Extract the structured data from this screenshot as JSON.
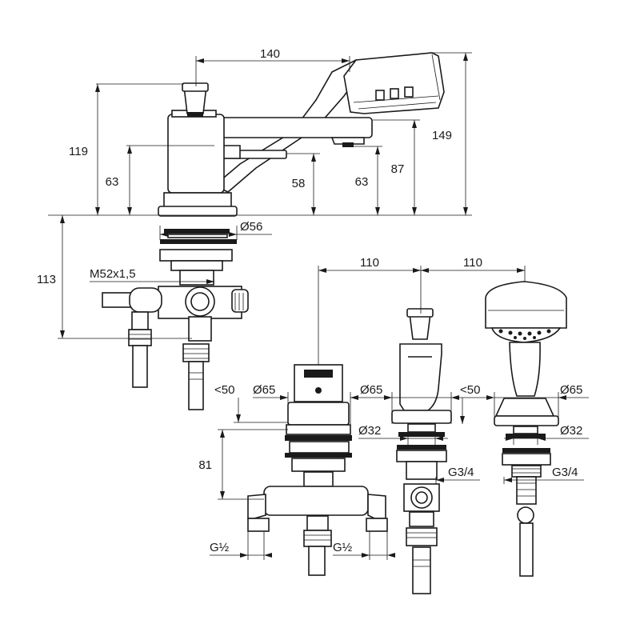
{
  "dimensions": {
    "spout_width": "140",
    "height_119": "119",
    "height_63_left": "63",
    "height_58": "58",
    "height_63_right": "63",
    "height_87": "87",
    "height_149": "149",
    "diameter_56": "Ø56",
    "below_deck_113": "113",
    "thread": "M52x1,5",
    "spacing_110_left": "110",
    "spacing_110_right": "110",
    "max_50_left": "<50",
    "diam_65_a": "Ø65",
    "diam_65_b": "Ø65",
    "max_50_right": "<50",
    "diam_65_c": "Ø65",
    "diam_32_a": "Ø32",
    "diam_32_b": "Ø32",
    "height_81": "81",
    "thread_g34_a": "G3/4",
    "thread_g34_b": "G3/4",
    "thread_g12_a": "G½",
    "thread_g12_b": "G½"
  }
}
